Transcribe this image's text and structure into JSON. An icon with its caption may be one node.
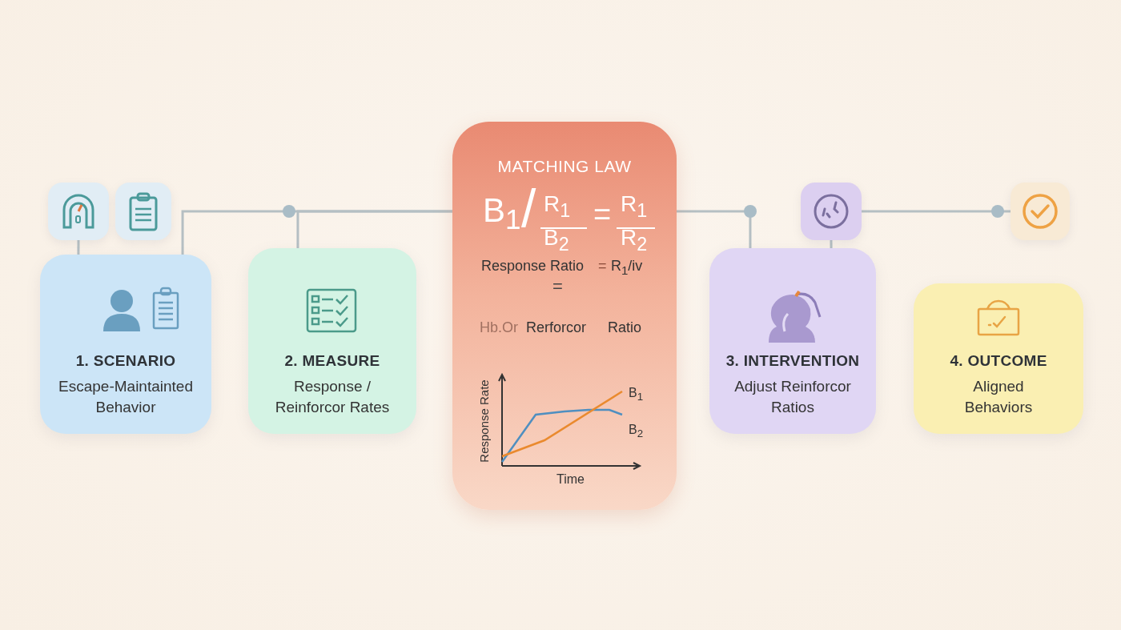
{
  "diagram": {
    "nodes": [
      {
        "text": [],
        "shape": "picture"
      },
      {
        "text": [],
        "shape": "picture"
      },
      {
        "text": [
          "1. SCENARIO",
          "Escape-Maintainted Behavior"
        ]
      },
      {
        "text": [
          "2. MEASURE",
          "Response / Reinforcor Rates"
        ]
      },
      {
        "text": [
          "MATCHING LAW",
          "B$_{1}$",
          "/",
          "R$_{1}$",
          "B$_{2}$",
          "=",
          "R$_{1}$",
          "R$_{2}$",
          "Response Ratio",
          "=",
          "R$_{1}$/iv",
          "=",
          "Hb.Or",
          "Rerforcor",
          "Ratio"
        ]
      },
      {
        "text": [],
        "shape": "picture"
      },
      {
        "text": [
          "3. INTERVENTION",
          "Adjust Reinforcor Ratios"
        ]
      },
      {
        "text": [],
        "shape": "picture"
      },
      {
        "text": [
          "4. OUTCOME",
          "Aligned Behaviors"
        ]
      }
    ],
    "edges": [
      {
        "from": 0,
        "to": 2,
        "arrow": "none"
      },
      {
        "from": 2,
        "to": 4,
        "arrow": "none"
      },
      {
        "from": 3,
        "to": 4,
        "arrow": "none"
      },
      {
        "from": 4,
        "to": 6,
        "arrow": "none"
      },
      {
        "from": 5,
        "to": 6,
        "arrow": "none"
      },
      {
        "from": 5,
        "to": 7,
        "arrow": "none"
      }
    ],
    "labels": [
      "Response Rate",
      "Time",
      "B$_{1}$",
      "B$_{2}$"
    ]
  }
}
